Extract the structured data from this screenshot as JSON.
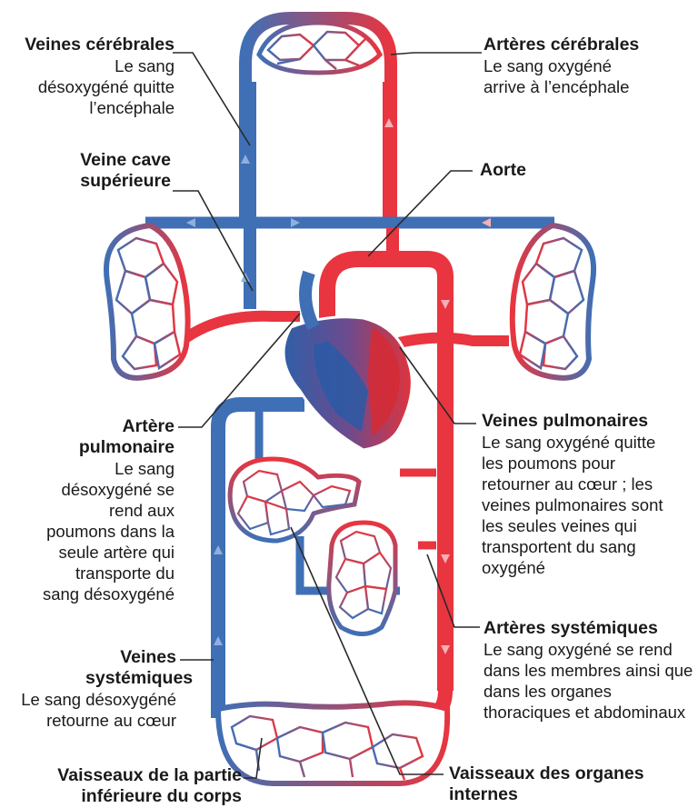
{
  "labels": {
    "veines_cerebrales": {
      "title": "Veines cérébrales",
      "desc": "Le sang désoxygéné quitte l’encéphale"
    },
    "arteres_cerebrales": {
      "title": "Artères cérébrales",
      "desc": "Le sang oxygéné arrive à l’encéphale"
    },
    "veine_cave": {
      "title": "Veine cave supérieure"
    },
    "aorte": {
      "title": "Aorte"
    },
    "artere_pulmonaire": {
      "title": "Artère pulmonaire",
      "desc": "Le sang désoxygéné se rend aux poumons dans la seule artère qui transporte du sang désoxygéné"
    },
    "veines_pulmonaires": {
      "title": "Veines pulmonaires",
      "desc": "Le sang oxygéné quitte les poumons pour retourner au cœur ; les veines pulmonaires sont les seules veines qui transportent du sang oxygéné"
    },
    "veines_systemiques": {
      "title": "Veines systémiques",
      "desc": "Le sang désoxygéné retourne au cœur"
    },
    "arteres_systemiques": {
      "title": "Artères systémiques",
      "desc": "Le sang oxygéné se rend dans les membres ainsi que dans les organes thoraciques et abdominaux"
    },
    "vaisseaux_inferieurs": {
      "title": "Vaisseaux de la partie inférieure du corps"
    },
    "vaisseaux_organes": {
      "title": "Vaisseaux des organes internes"
    }
  },
  "colors": {
    "oxygenated": "#e8353f",
    "deoxygenated": "#3f6fb5",
    "oxygenated_light": "#f08a8f",
    "deoxygenated_light": "#8fb0dc",
    "leader": "#2a2a2a"
  }
}
